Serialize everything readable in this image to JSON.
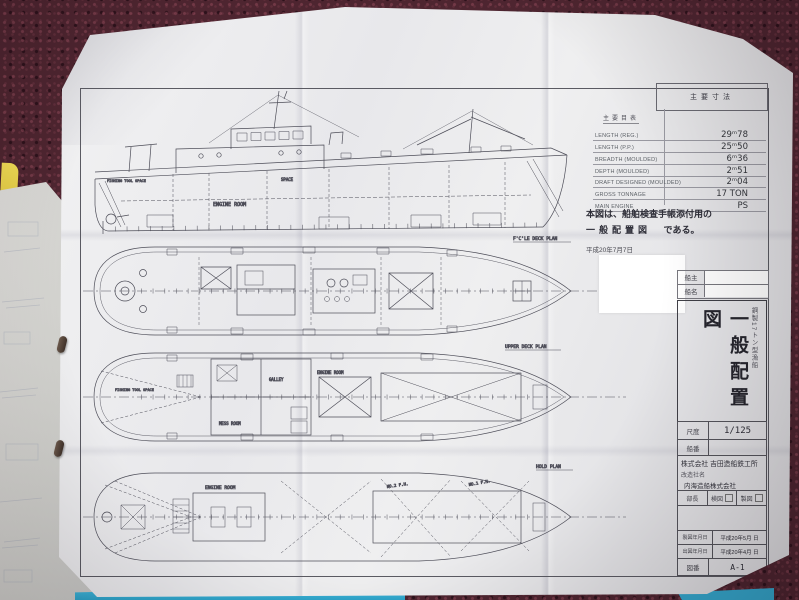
{
  "colors": {
    "carpet": "#4e2530",
    "paper": "#ebebed",
    "blue_folder": "#3bb7dc",
    "yellow_item": "#e6d148",
    "accent_line": "#5a5a62"
  },
  "stamp_box": "主要寸法",
  "particulars": {
    "title": "主要目表",
    "rows": [
      {
        "label": "LENGTH (REG.)",
        "value": "29ᵐ78"
      },
      {
        "label": "LENGTH (P.P.)",
        "value": "25ᵐ50"
      },
      {
        "label": "BREADTH (MOULDED)",
        "value": "6ᵐ36"
      },
      {
        "label": "DEPTH (MOULDED)",
        "value": "2ᵐ51"
      },
      {
        "label": "DRAFT DESIGNED (MOULDED)",
        "value": "2ᵐ04"
      },
      {
        "label": "GROSS TONNAGE",
        "value": "17 TON"
      },
      {
        "label": "MAIN ENGINE",
        "value": "PS"
      }
    ]
  },
  "note": {
    "line1": "本図は、船舶検査手帳添付用の",
    "line2": "一般配置図",
    "line2b": "である。",
    "date": "平成20年7月7日"
  },
  "owner_box": {
    "owner_label": "船主",
    "name_label": "船名"
  },
  "title_block": {
    "vessel_type": "鋼製17トン型漁船",
    "drawing_title": "一般配置図",
    "scale_label": "尺度",
    "scale_value": "1/125",
    "ship_no_label": "船番",
    "builder": "株式会社  吉田造船鉄工所",
    "rebuild_label": "改造社名",
    "rebuilder": "内海造船株式会社",
    "approvals": [
      {
        "label": "部長"
      },
      {
        "label": "検図"
      },
      {
        "label": "製図"
      }
    ],
    "drawn_label": "製図年月日",
    "drawn_date": "平成20年5月 日",
    "issued_label": "出図年月日",
    "issued_date": "平成20年4月 日",
    "dwg_no_label": "図番",
    "dwg_no": "A-1"
  },
  "views": {
    "profile": {
      "engine_room": "ENGINE ROOM",
      "space": "SPACE",
      "tool_space": "FISHING TOOL SPACE"
    },
    "fcle": {
      "caption": "F'C'LE DECK PLAN"
    },
    "upper": {
      "caption": "UPPER DECK PLAN",
      "galley": "GALLEY",
      "engine_room": "ENGINE ROOM",
      "mess": "MESS ROOM",
      "tool_space": "FISHING TOOL SPACE"
    },
    "hold": {
      "caption": "HOLD PLAN",
      "engine_room": "ENGINE ROOM",
      "no2fh": "NO.2 F.H.",
      "no1fh": "NO.1 F.H."
    }
  }
}
